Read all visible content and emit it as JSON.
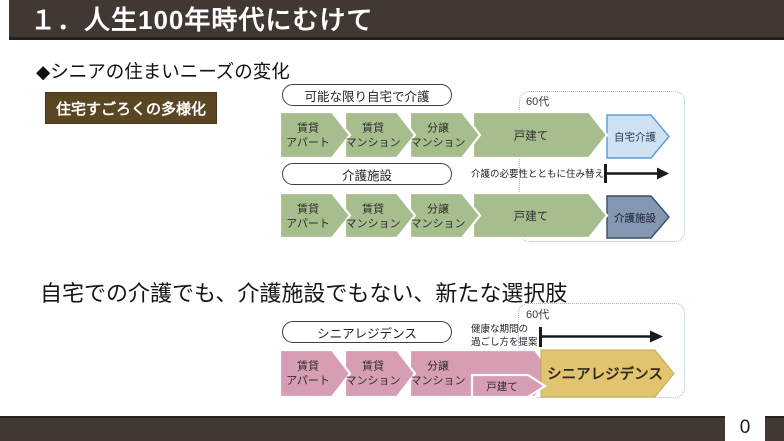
{
  "header": {
    "title": "１．人生100年時代にむけて"
  },
  "content": {
    "heading": "◆シニアの住まいニーズの変化",
    "badge": "住宅すごろくの多様化",
    "statement": "自宅での介護でも、介護施設でもない、新たな選択肢"
  },
  "diagram_top": {
    "pill_home": "可能な限り自宅で介護",
    "pill_facility": "介護施設",
    "age_label": "60代",
    "note": "介護の必要性とともに住み替え",
    "row_home": {
      "steps": [
        {
          "l1": "賃貸",
          "l2": "アパート"
        },
        {
          "l1": "賃貸",
          "l2": "マンション"
        },
        {
          "l1": "分譲",
          "l2": "マンション"
        }
      ],
      "house": "戸建て",
      "destination": "自宅介護"
    },
    "row_facility": {
      "steps": [
        {
          "l1": "賃貸",
          "l2": "アパート"
        },
        {
          "l1": "賃貸",
          "l2": "マンション"
        },
        {
          "l1": "分譲",
          "l2": "マンション"
        }
      ],
      "house": "戸建て",
      "destination": "介護施設"
    }
  },
  "diagram_bottom": {
    "pill": "シニアレジデンス",
    "age_label": "60代",
    "note_line1": "健康な期間の",
    "note_line2": "過ごし方を提案",
    "steps": [
      {
        "l1": "賃貸",
        "l2": "アパート"
      },
      {
        "l1": "賃貸",
        "l2": "マンション"
      },
      {
        "l1": "分譲",
        "l2": "マンション"
      }
    ],
    "house": "戸建て",
    "destination": "シニアレジデンス"
  },
  "footer": {
    "page_number": "0"
  },
  "colors": {
    "header_bar": "#413733",
    "badge_brown": "#5a4623",
    "step_green": "#a7bd8d",
    "step_pink": "#d69db5",
    "senior_residence_gold": "#e2c36f",
    "home_care_blue": "#cfe2f3",
    "care_facility_slate": "#8496b0",
    "dashed_box_blue": "#9bb7d4"
  }
}
